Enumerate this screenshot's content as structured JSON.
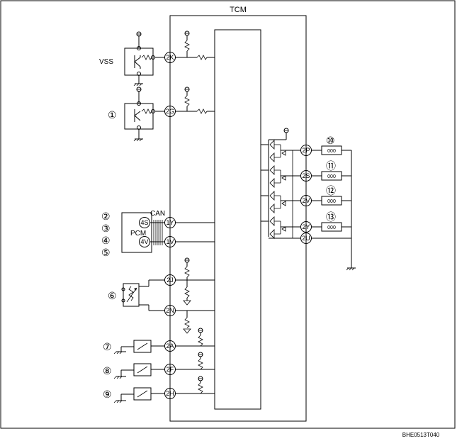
{
  "title": "TCM",
  "labels": {
    "vss": "VSS",
    "pcm": "PCM",
    "can": "CAN",
    "figure_code": "BHE0513T040"
  },
  "callouts": [
    "①",
    "②",
    "③",
    "④",
    "⑤",
    "⑥",
    "⑦",
    "⑧",
    "⑨",
    "⑩",
    "⑪",
    "⑫",
    "⑬"
  ],
  "pins": {
    "p2K": "2K",
    "p2G": "2G",
    "p1Y": "1Y",
    "p1V": "1V",
    "p2J": "2J",
    "p2N": "2N",
    "p2A": "2A",
    "p2F": "2F",
    "p2H": "2H",
    "p2P": "2P",
    "p2S": "2S",
    "p2V": "2V",
    "p2Y": "2Y",
    "p2U": "2U",
    "p4S": "4S",
    "p4V": "4V"
  },
  "solenoid_text": "000"
}
